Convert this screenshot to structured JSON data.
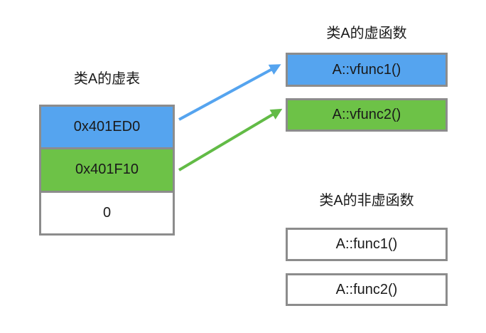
{
  "colors": {
    "box-blue": "#55A4EF",
    "box-green": "#6DC247",
    "arrow-blue": "#55A4EF",
    "arrow-green": "#62BB46",
    "border": "#8C8C8C",
    "text": "#1A1A1A"
  },
  "vtable": {
    "title": "类A的虚表",
    "rows": [
      {
        "label": "0x401ED0",
        "color": "blue"
      },
      {
        "label": "0x401F10",
        "color": "green"
      },
      {
        "label": "0",
        "color": "white"
      }
    ]
  },
  "virtual_functions": {
    "title": "类A的虚函数",
    "boxes": [
      {
        "label": "A::vfunc1()",
        "color": "blue"
      },
      {
        "label": "A::vfunc2()",
        "color": "green"
      }
    ]
  },
  "non_virtual_functions": {
    "title": "类A的非虚函数",
    "boxes": [
      {
        "label": "A::func1()",
        "color": "white"
      },
      {
        "label": "A::func2()",
        "color": "white"
      }
    ]
  },
  "arrows": [
    {
      "name": "vtable-slot0-to-vfunc1",
      "color": "#55A4EF"
    },
    {
      "name": "vtable-slot1-to-vfunc2",
      "color": "#62BB46"
    }
  ]
}
